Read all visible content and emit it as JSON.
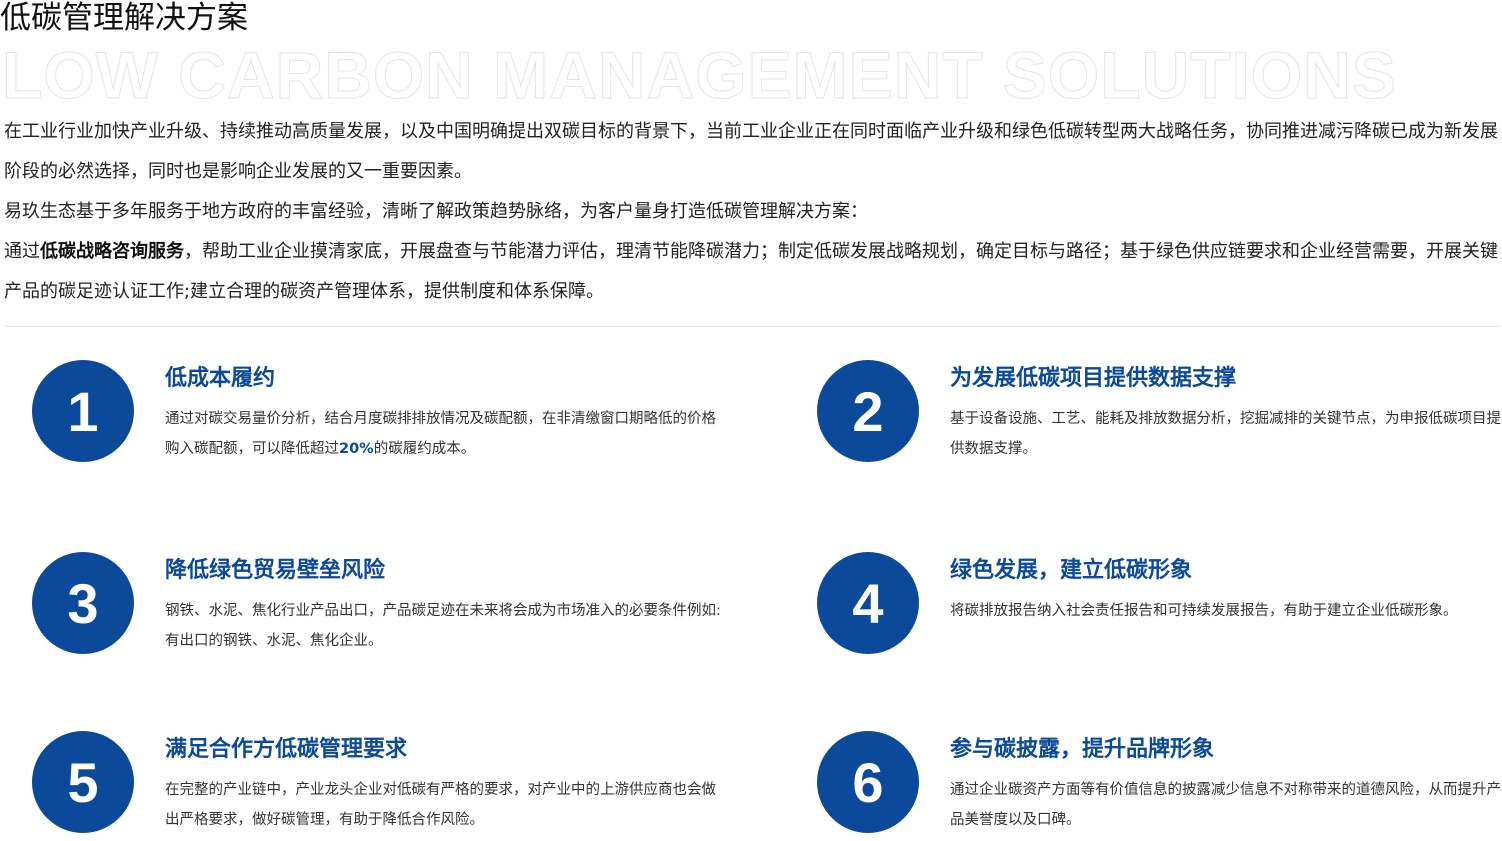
{
  "header": {
    "title": "低碳管理解决方案",
    "watermark": "LOW CARBON MANAGEMENT SOLUTIONS"
  },
  "intro": {
    "p1": "在工业行业加快产业升级、持续推动高质量发展，以及中国明确提出双碳目标的背景下，当前工业企业正在同时面临产业升级和绿色低碳转型两大战略任务，协同推进减污降碳已成为新发展阶段的必然选择，同时也是影响企业发展的又一重要因素。",
    "p2": "易玖生态基于多年服务于地方政府的丰富经验，清晰了解政策趋势脉络，为客户量身打造低碳管理解决方案：",
    "p3_prefix": "通过",
    "p3_bold": "低碳战略咨询服务",
    "p3_rest": "，帮助工业企业摸清家底，开展盘查与节能潜力评估，理清节能降碳潜力；制定低碳发展战略规划，确定目标与路径；基于绿色供应链要求和企业经营需要，开展关键产品的碳足迹认证工作;建立合理的碳资产管理体系，提供制度和体系保障。"
  },
  "items": [
    {
      "number": "1",
      "title": "低成本履约",
      "desc_a": "通过对碳交易量价分析，结合月度碳排排放情况及碳配额，在非清缴窗口期略低的价格购入碳配额，可以降低超过",
      "desc_highlight": "20%",
      "desc_b": "的碳履约成本。"
    },
    {
      "number": "2",
      "title": "为发展低碳项目提供数据支撑",
      "desc": "基于设备设施、工艺、能耗及排放数据分析，挖掘减排的关键节点，为申报低碳项目提供数据支撑。"
    },
    {
      "number": "3",
      "title": "降低绿色贸易壁垒风险",
      "desc": "钢铁、水泥、焦化行业产品出口，产品碳足迹在未来将会成为市场准入的必要条件例如:有出口的钢铁、水泥、焦化企业。"
    },
    {
      "number": "4",
      "title": "绿色发展，建立低碳形象",
      "desc": "将碳排放报告纳入社会责任报告和可持续发展报告，有助于建立企业低碳形象。"
    },
    {
      "number": "5",
      "title": "满足合作方低碳管理要求",
      "desc": "在完整的产业链中，产业龙头企业对低碳有严格的要求，对产业中的上游供应商也会做出严格要求，做好碳管理，有助于降低合作风险。"
    },
    {
      "number": "6",
      "title": "参与碳披露，提升品牌形象",
      "desc": "通过企业碳资产方面等有价值信息的披露减少信息不对称带来的道德风险，从而提升产品美誉度以及口碑。"
    }
  ],
  "colors": {
    "accent": "#0b4a9a"
  }
}
